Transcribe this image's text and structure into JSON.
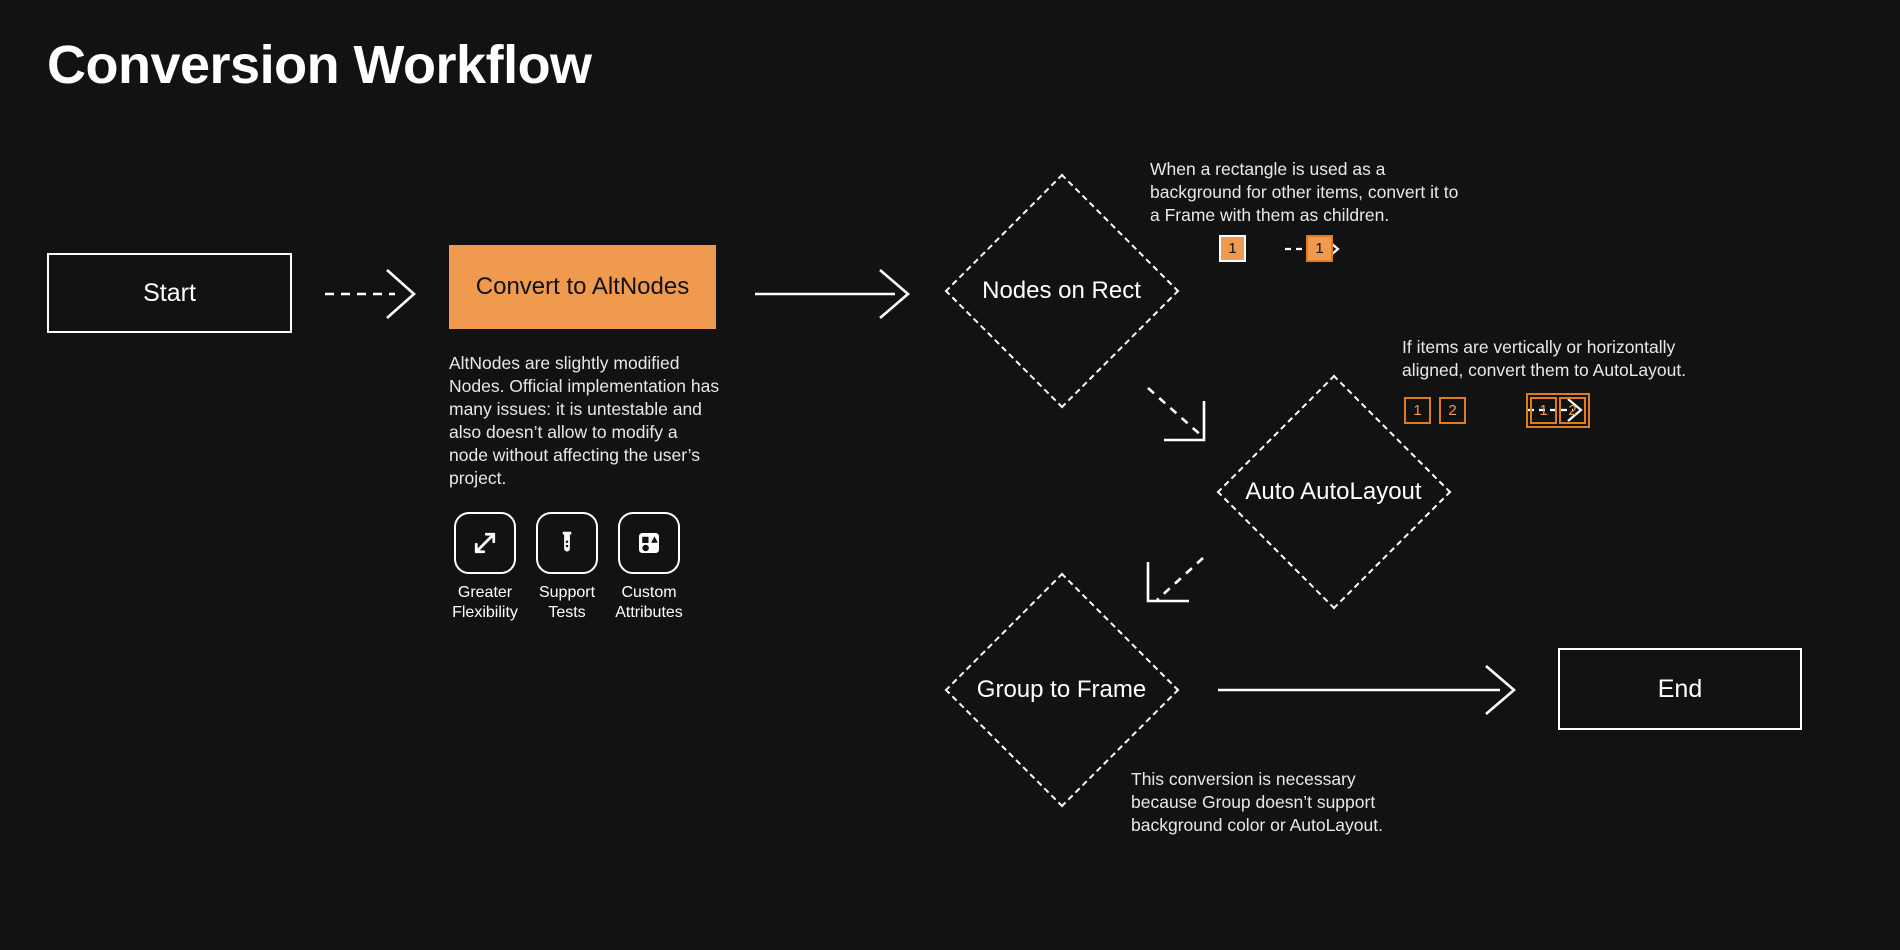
{
  "page": {
    "title": "Conversion Workflow",
    "background": "#121212",
    "accent": "#ef9a4e",
    "accent_border": "#e07b20",
    "stroke": "#ffffff"
  },
  "nodes": {
    "start": {
      "label": "Start",
      "shape": "rect"
    },
    "convert": {
      "label": "Convert to AltNodes",
      "shape": "rect-filled",
      "fill": "#ef9a4e"
    },
    "nodes_on_rect": {
      "label": "Nodes on Rect",
      "shape": "diamond"
    },
    "auto_autolayout": {
      "label": "Auto AutoLayout",
      "shape": "diamond"
    },
    "group_to_frame": {
      "label": "Group to Frame",
      "shape": "diamond"
    },
    "end": {
      "label": "End",
      "shape": "rect"
    }
  },
  "convert_note": {
    "text": "AltNodes are slightly modified Nodes. Official implementation has many issues: it is untestable and also doesn’t allow to modify a node without affecting the user’s project."
  },
  "features": [
    {
      "icon": "expand-arrows-icon",
      "label_line1": "Greater",
      "label_line2": "Flexibility"
    },
    {
      "icon": "test-tube-icon",
      "label_line1": "Support",
      "label_line2": "Tests"
    },
    {
      "icon": "shapes-icon",
      "label_line1": "Custom",
      "label_line2": "Attributes"
    }
  ],
  "annotations": [
    {
      "id": "nodes-on-rect-note",
      "text": "When a rectangle is used as a background for other items, convert it to a Frame with them as children.",
      "before_badges": [
        "1"
      ],
      "after_badges": [
        "1"
      ],
      "grouped_after": false
    },
    {
      "id": "auto-autolayout-note",
      "text": "If items are vertically or horizontally aligned, convert them to AutoLayout.",
      "before_badges": [
        "1",
        "2"
      ],
      "after_badges": [
        "1",
        "2"
      ],
      "grouped_after": true
    },
    {
      "id": "group-to-frame-note",
      "text": "This conversion is necessary because Group doesn’t support background color or AutoLayout."
    }
  ],
  "edges": [
    {
      "from": "start",
      "to": "convert",
      "style": "dashed"
    },
    {
      "from": "convert",
      "to": "nodes_on_rect",
      "style": "solid"
    },
    {
      "from": "nodes_on_rect",
      "to": "auto_autolayout",
      "style": "dashed-diagonal"
    },
    {
      "from": "auto_autolayout",
      "to": "group_to_frame",
      "style": "dashed-diagonal"
    },
    {
      "from": "group_to_frame",
      "to": "end",
      "style": "solid"
    }
  ]
}
